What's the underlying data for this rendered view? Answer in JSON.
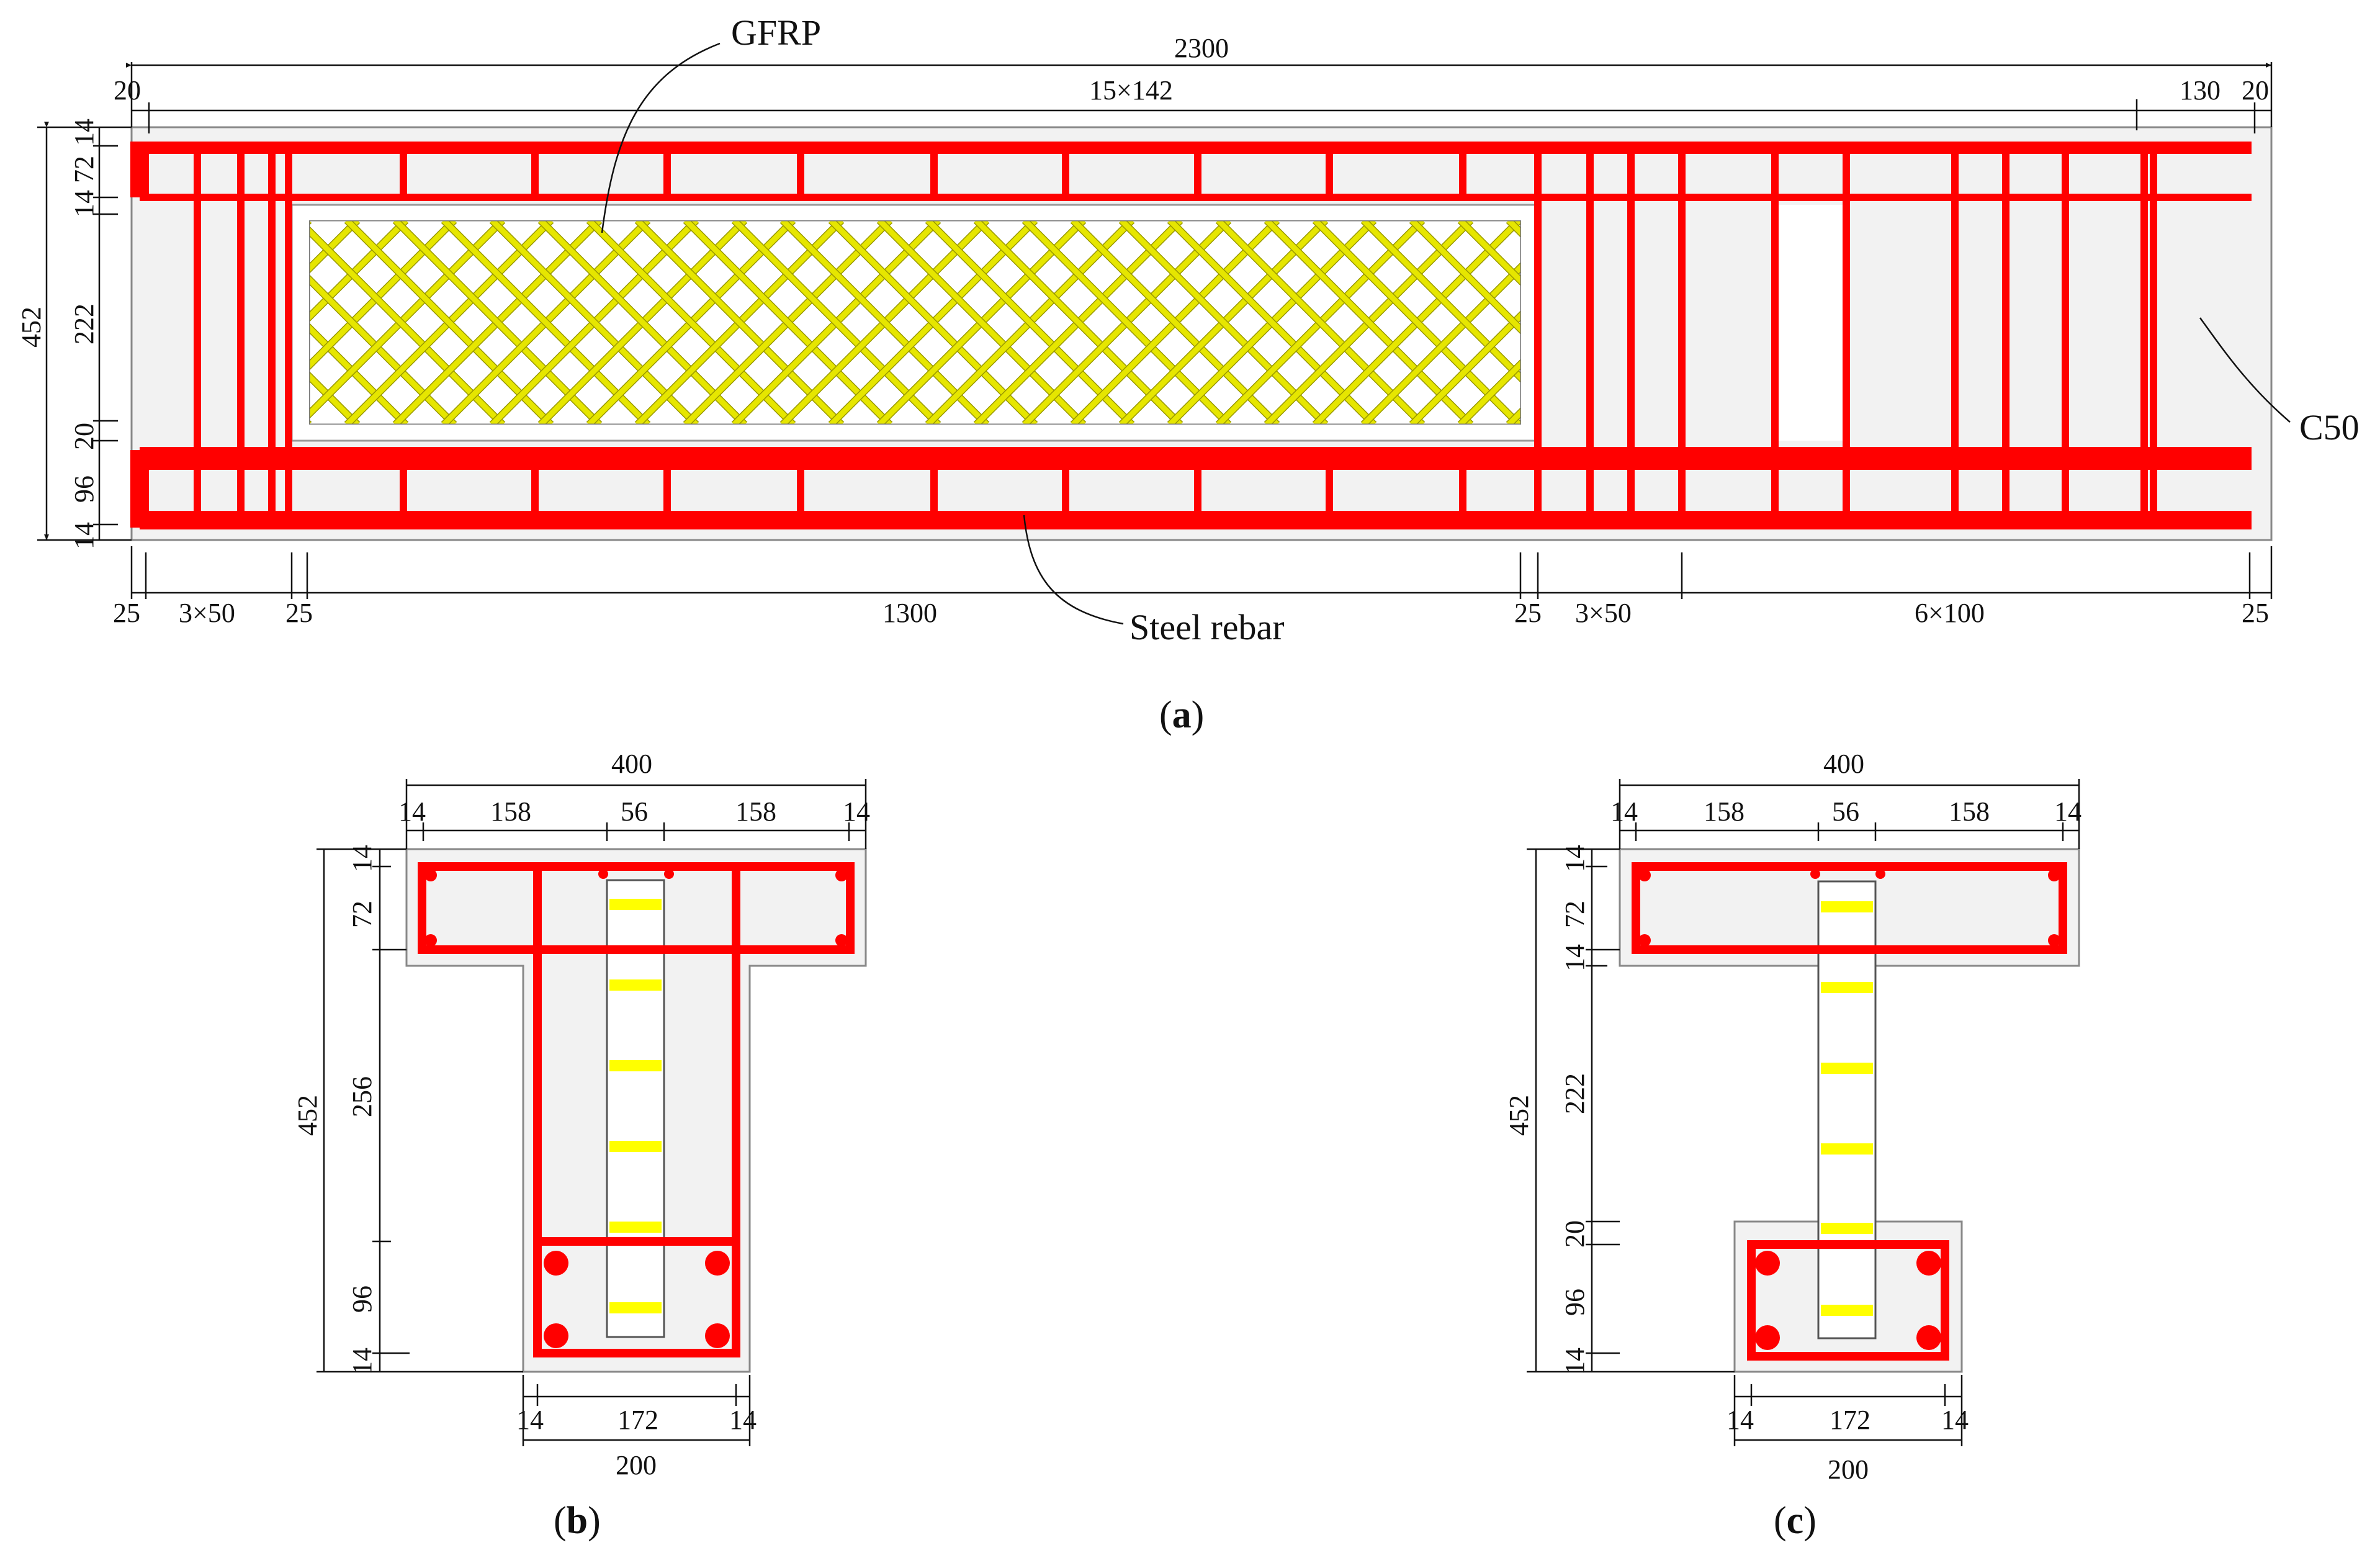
{
  "labels": {
    "gfrp": "GFRP",
    "steel_rebar": "Steel rebar",
    "concrete": "C50"
  },
  "captions": {
    "a": "a",
    "b": "b",
    "c": "c"
  },
  "elevation": {
    "top_dims": {
      "total": "2300",
      "left_end": "20",
      "stirrup_group": "15×142",
      "right_gap": "130",
      "right_end": "20"
    },
    "left_dims": {
      "height": "452",
      "t1": "14",
      "t2": "72",
      "t3": "14",
      "t4": "222",
      "t5": "20",
      "t6": "96",
      "t7": "14"
    },
    "bottom_dims": {
      "b1": "25",
      "b2": "3×50",
      "b3": "25",
      "b4": "1300",
      "b5": "25",
      "b6": "3×50",
      "b7": "6×100",
      "b8": "25"
    }
  },
  "section_b": {
    "top": {
      "width": "400",
      "c1": "14",
      "c2": "158",
      "c3": "56",
      "c4": "158",
      "c5": "14"
    },
    "left": {
      "height": "452",
      "h1": "14",
      "h2": "72",
      "h3": "256",
      "h4": "96",
      "h5": "14"
    },
    "bottom": {
      "c1": "14",
      "c2": "172",
      "c3": "14",
      "width": "200"
    }
  },
  "section_c": {
    "top": {
      "width": "400",
      "c1": "14",
      "c2": "158",
      "c3": "56",
      "c4": "158",
      "c5": "14"
    },
    "left": {
      "height": "452",
      "h1": "14",
      "h2": "72",
      "h3": "14",
      "h4": "222",
      "h5": "20",
      "h6": "96",
      "h7": "14"
    },
    "bottom": {
      "c1": "14",
      "c2": "172",
      "c3": "14",
      "width": "200"
    }
  },
  "colors": {
    "steel": "#ff0000",
    "gfrp": "#e6e600",
    "concrete": "#f2f2f2"
  }
}
